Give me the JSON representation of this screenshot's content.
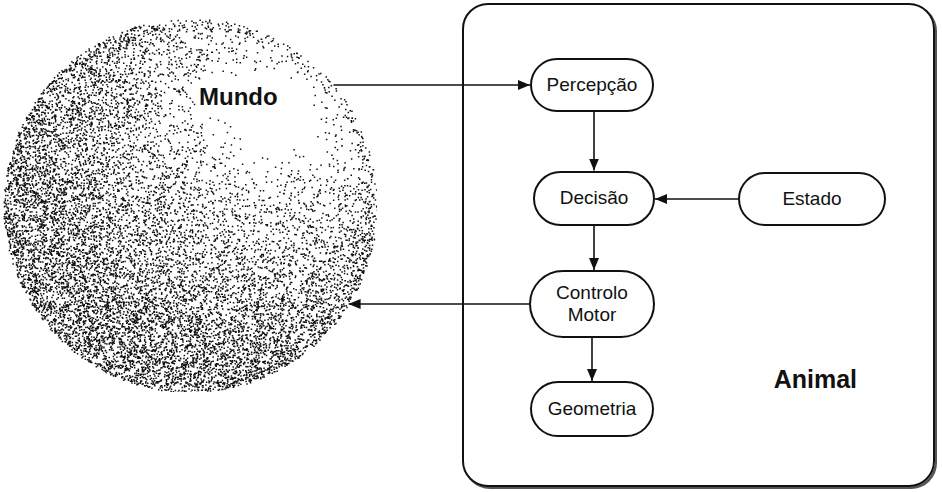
{
  "diagram": {
    "nodes": [
      {
        "text": [
          "Mundo"
        ]
      },
      {
        "text": [
          "Animal"
        ]
      },
      {
        "text": [
          "Percepção"
        ],
        "in": 1
      },
      {
        "text": [
          "Decisão"
        ],
        "in": 1
      },
      {
        "text": [
          "Estado"
        ],
        "in": 1
      },
      {
        "text": [
          "Controlo Motor"
        ],
        "in": 1
      },
      {
        "text": [
          "Geometria"
        ],
        "in": 1
      }
    ],
    "edges": [
      {
        "from": 0,
        "to": 2,
        "arrow": "to"
      },
      {
        "from": 2,
        "to": 3,
        "arrow": "to"
      },
      {
        "from": 4,
        "to": 3,
        "arrow": "to"
      },
      {
        "from": 3,
        "to": 5,
        "arrow": "to"
      },
      {
        "from": 5,
        "to": 0,
        "arrow": "to"
      },
      {
        "from": 5,
        "to": 6,
        "arrow": "to"
      }
    ]
  }
}
